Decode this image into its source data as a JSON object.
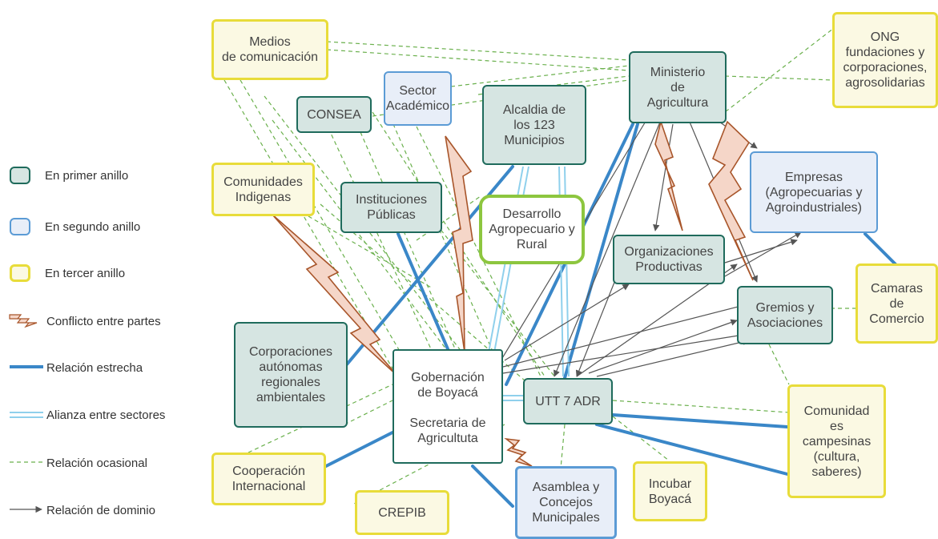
{
  "colors": {
    "ring1_fill": "#d6e5e2",
    "ring1_border": "#1f6b5c",
    "ring2_fill": "#e8eef8",
    "ring2_border": "#5b9bd5",
    "ring3_fill": "#fbf9e3",
    "ring3_border": "#e8dc3a",
    "core_border": "#8dc63f",
    "close_relation": "#3a87c8",
    "alliance": "#8fd0ec",
    "occasional": "#6ab04c",
    "dominance": "#555555",
    "conflict_fill": "#f5d6c8",
    "conflict_stroke": "#a8552a"
  },
  "legend": {
    "ring1": "En primer anillo",
    "ring2": "En segundo anillo",
    "ring3": "En tercer anillo",
    "conflict": "Conflicto entre partes",
    "close": "Relación estrecha",
    "alliance": "Alianza entre sectores",
    "occasional": "Relación ocasional",
    "dominance": "Relación de dominio"
  },
  "nodes": {
    "medios": "Medios\nde comunicación",
    "sector_academico": "Sector\nAcadémico",
    "consea": "CONSEA",
    "alcaldia": "Alcaldia de\nlos 123\nMunicipios",
    "ministerio": "Ministerio\nde\nAgricultura",
    "ong": "ONG\nfundaciones y\ncorporaciones,\nagrosolidarias",
    "comunidades_indigenas": "Comunidades\nIndigenas",
    "instituciones_publicas": "Instituciones\nPúblicas",
    "desarrollo": "Desarrollo\nAgropecuario y\nRural",
    "empresas": "Empresas\n(Agropecuarias y\nAgroindustriales)",
    "organizaciones": "Organizaciones\nProductivas",
    "gremios": "Gremios y\nAsociaciones",
    "camaras": "Camaras\nde\nComercio",
    "corporaciones": "Corporaciones\nautónomas\nregionales\nambientales",
    "gobernacion": "Gobernación\nde Boyacá\n\nSecretaria de\nAgricultuta",
    "utt": "UTT 7 ADR",
    "comunidad_campesinas": "Comunidad\nes\ncampesinas\n(cultura,\nsaberes)",
    "cooperacion": "Cooperación\nInternacional",
    "crepib": "CREPIB",
    "asamblea": "Asamblea y\nConcejos\nMunicipales",
    "incubar": "Incubar\nBoyacá"
  }
}
